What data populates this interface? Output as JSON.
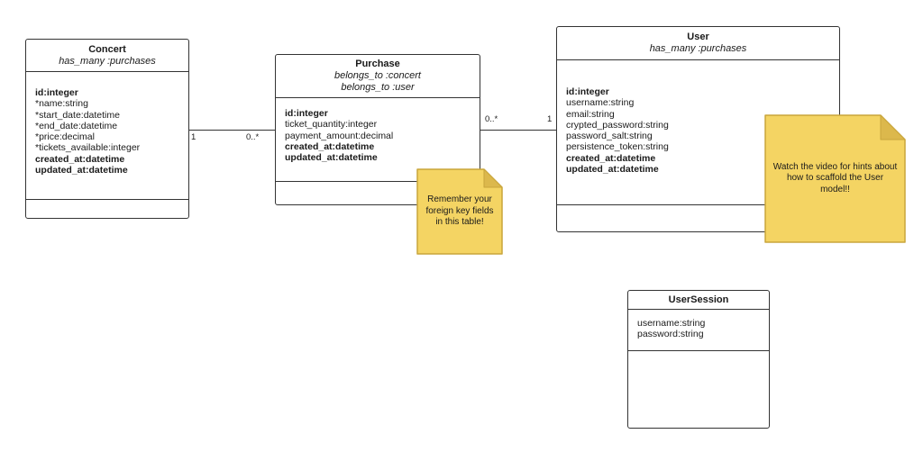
{
  "colors": {
    "background": "#ffffff",
    "stroke": "#333333",
    "note_fill": "#f4d463",
    "note_fold": "#dcb84c",
    "note_border": "#c9a53b"
  },
  "entities": [
    {
      "name": "Concert",
      "title": "Concert",
      "subtitles": [
        "has_many :purchases"
      ],
      "fields": [
        {
          "text": "id:integer",
          "bold": true
        },
        {
          "text": "*name:string",
          "bold": false
        },
        {
          "text": "*start_date:datetime",
          "bold": false
        },
        {
          "text": "*end_date:datetime",
          "bold": false
        },
        {
          "text": "*price:decimal",
          "bold": false
        },
        {
          "text": "*tickets_available:integer",
          "bold": false
        },
        {
          "text": "created_at:datetime",
          "bold": true
        },
        {
          "text": "updated_at:datetime",
          "bold": true
        }
      ]
    },
    {
      "name": "Purchase",
      "title": "Purchase",
      "subtitles": [
        "belongs_to :concert",
        "belongs_to :user"
      ],
      "fields": [
        {
          "text": "id:integer",
          "bold": true
        },
        {
          "text": "ticket_quantity:integer",
          "bold": false
        },
        {
          "text": "payment_amount:decimal",
          "bold": false
        },
        {
          "text": "created_at:datetime",
          "bold": true
        },
        {
          "text": "updated_at:datetime",
          "bold": true
        }
      ]
    },
    {
      "name": "User",
      "title": "User",
      "subtitles": [
        "has_many :purchases"
      ],
      "fields": [
        {
          "text": "id:integer",
          "bold": true
        },
        {
          "text": "username:string",
          "bold": false
        },
        {
          "text": "email:string",
          "bold": false
        },
        {
          "text": "crypted_password:string",
          "bold": false
        },
        {
          "text": "password_salt:string",
          "bold": false
        },
        {
          "text": "persistence_token:string",
          "bold": false
        },
        {
          "text": "created_at:datetime",
          "bold": true
        },
        {
          "text": "updated_at:datetime",
          "bold": true
        }
      ]
    },
    {
      "name": "UserSession",
      "title": "UserSession",
      "subtitles": [],
      "fields": [
        {
          "text": "username:string",
          "bold": false
        },
        {
          "text": "password:string",
          "bold": false
        }
      ]
    }
  ],
  "connectors": [
    {
      "from": "Concert",
      "to": "Purchase",
      "start_label": "1",
      "end_label": "0..*"
    },
    {
      "from": "Purchase",
      "to": "User",
      "start_label": "0..*",
      "end_label": "1"
    }
  ],
  "notes": [
    {
      "text": "Remember your foreign key fields in this table!"
    },
    {
      "text": "Watch the video for hints about how to scaffold the User model!!"
    }
  ]
}
